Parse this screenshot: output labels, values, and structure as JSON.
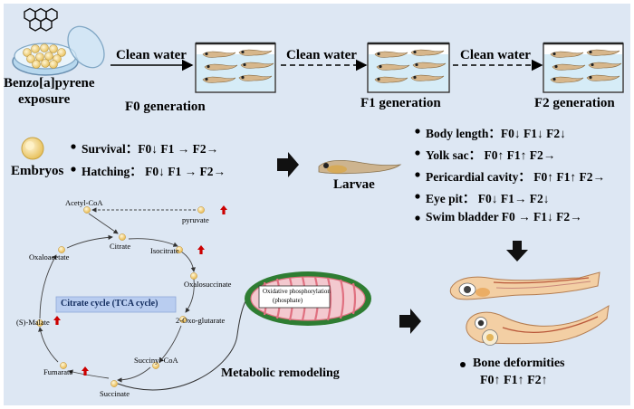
{
  "exposure": {
    "line1": "Benzo[a]pyrene",
    "line2": "exposure"
  },
  "arrows": {
    "a1": "Clean water",
    "a2": "Clean water",
    "a3": "Clean water"
  },
  "generations": {
    "f0": "F0 generation",
    "f1": "F1 generation",
    "f2": "F2 generation"
  },
  "embryos": {
    "label": "Embryos",
    "survival": "Survival：F0↓ F1 → F2→",
    "hatching": "Hatching： F0↓ F1 → F2→"
  },
  "larvae": {
    "label": "Larvae",
    "traits": [
      "Body length：F0↓ F1↓ F2↓",
      "Yolk sac： F0↑ F1↑ F2→",
      "Pericardial cavity： F0↑ F1↑ F2→",
      "Eye pit： F0↓ F1→ F2↓",
      "Swim bladder F0 → F1↓ F2→"
    ]
  },
  "tca": {
    "title": "Citrate cycle (TCA cycle)",
    "metabolites": {
      "acetyl": "Acetyl-CoA",
      "pyruvate": "pyruvate",
      "citrate": "Citrate",
      "isocitrate": "Isocitrate",
      "oxalosuccinate": "Oxalosuccinate",
      "oxoglutarate": "2-Oxo-glutarate",
      "succinyl": "Succinyl-CoA",
      "succinate": "Succinate",
      "fumarate": "Fumarate",
      "malate": "(S)-Malate",
      "oxaloacetate": "Oxaloacetate"
    }
  },
  "mito": {
    "line1": "Oxidative phosphorylation",
    "line2": "(phosphate)"
  },
  "remodeling": "Metabolic remodeling",
  "bone": {
    "line1": "Bone deformities",
    "line2": "F0↑ F1↑ F2↑"
  },
  "colors": {
    "panel": "#dde7f3",
    "up_arrow": "#cc0000",
    "mito": "#2e7d32",
    "cristae": "#e07080"
  }
}
